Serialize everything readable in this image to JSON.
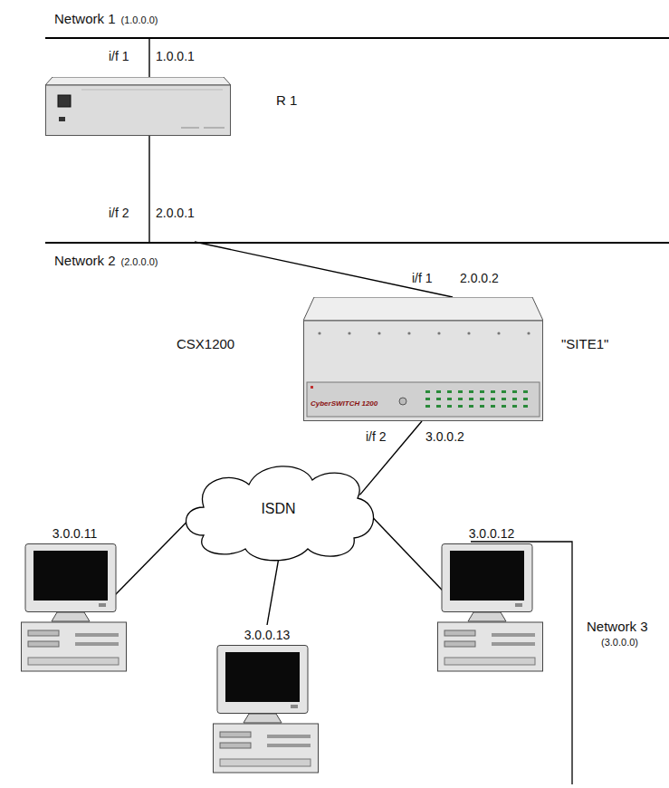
{
  "diagram": {
    "nodes": [
      {
        "text": [
          "Network 1",
          "(1.0.0.0)"
        ]
      },
      {
        "text": [
          "R 1"
        ]
      },
      {
        "text": [
          "Network 2",
          "(2.0.0.0)"
        ]
      },
      {
        "text": [
          "CSX1200",
          "\"SITE1\""
        ]
      },
      {
        "text": [
          "ISDN"
        ]
      },
      {
        "text": [
          "3.0.0.11"
        ]
      },
      {
        "text": [
          "3.0.0.12"
        ]
      },
      {
        "text": [
          "3.0.0.13"
        ]
      }
    ],
    "edges": [
      {
        "from": 0,
        "to": 1,
        "arrow": "none"
      },
      {
        "from": 1,
        "to": 2,
        "arrow": "none"
      },
      {
        "from": 2,
        "to": 3,
        "arrow": "none"
      },
      {
        "from": 3,
        "to": 4,
        "arrow": "none"
      },
      {
        "from": 4,
        "to": 5,
        "arrow": "none"
      },
      {
        "from": 4,
        "to": 6,
        "arrow": "none"
      },
      {
        "from": 4,
        "to": 7,
        "arrow": "none"
      }
    ],
    "labels": [
      "i/f 1",
      "1.0.0.1",
      "i/f 2",
      "2.0.0.1",
      "i/f 1",
      "2.0.0.2",
      "i/f 2",
      "3.0.0.2",
      "CyberSWITCH 1200",
      "Network 3",
      "(3.0.0.0)"
    ]
  }
}
